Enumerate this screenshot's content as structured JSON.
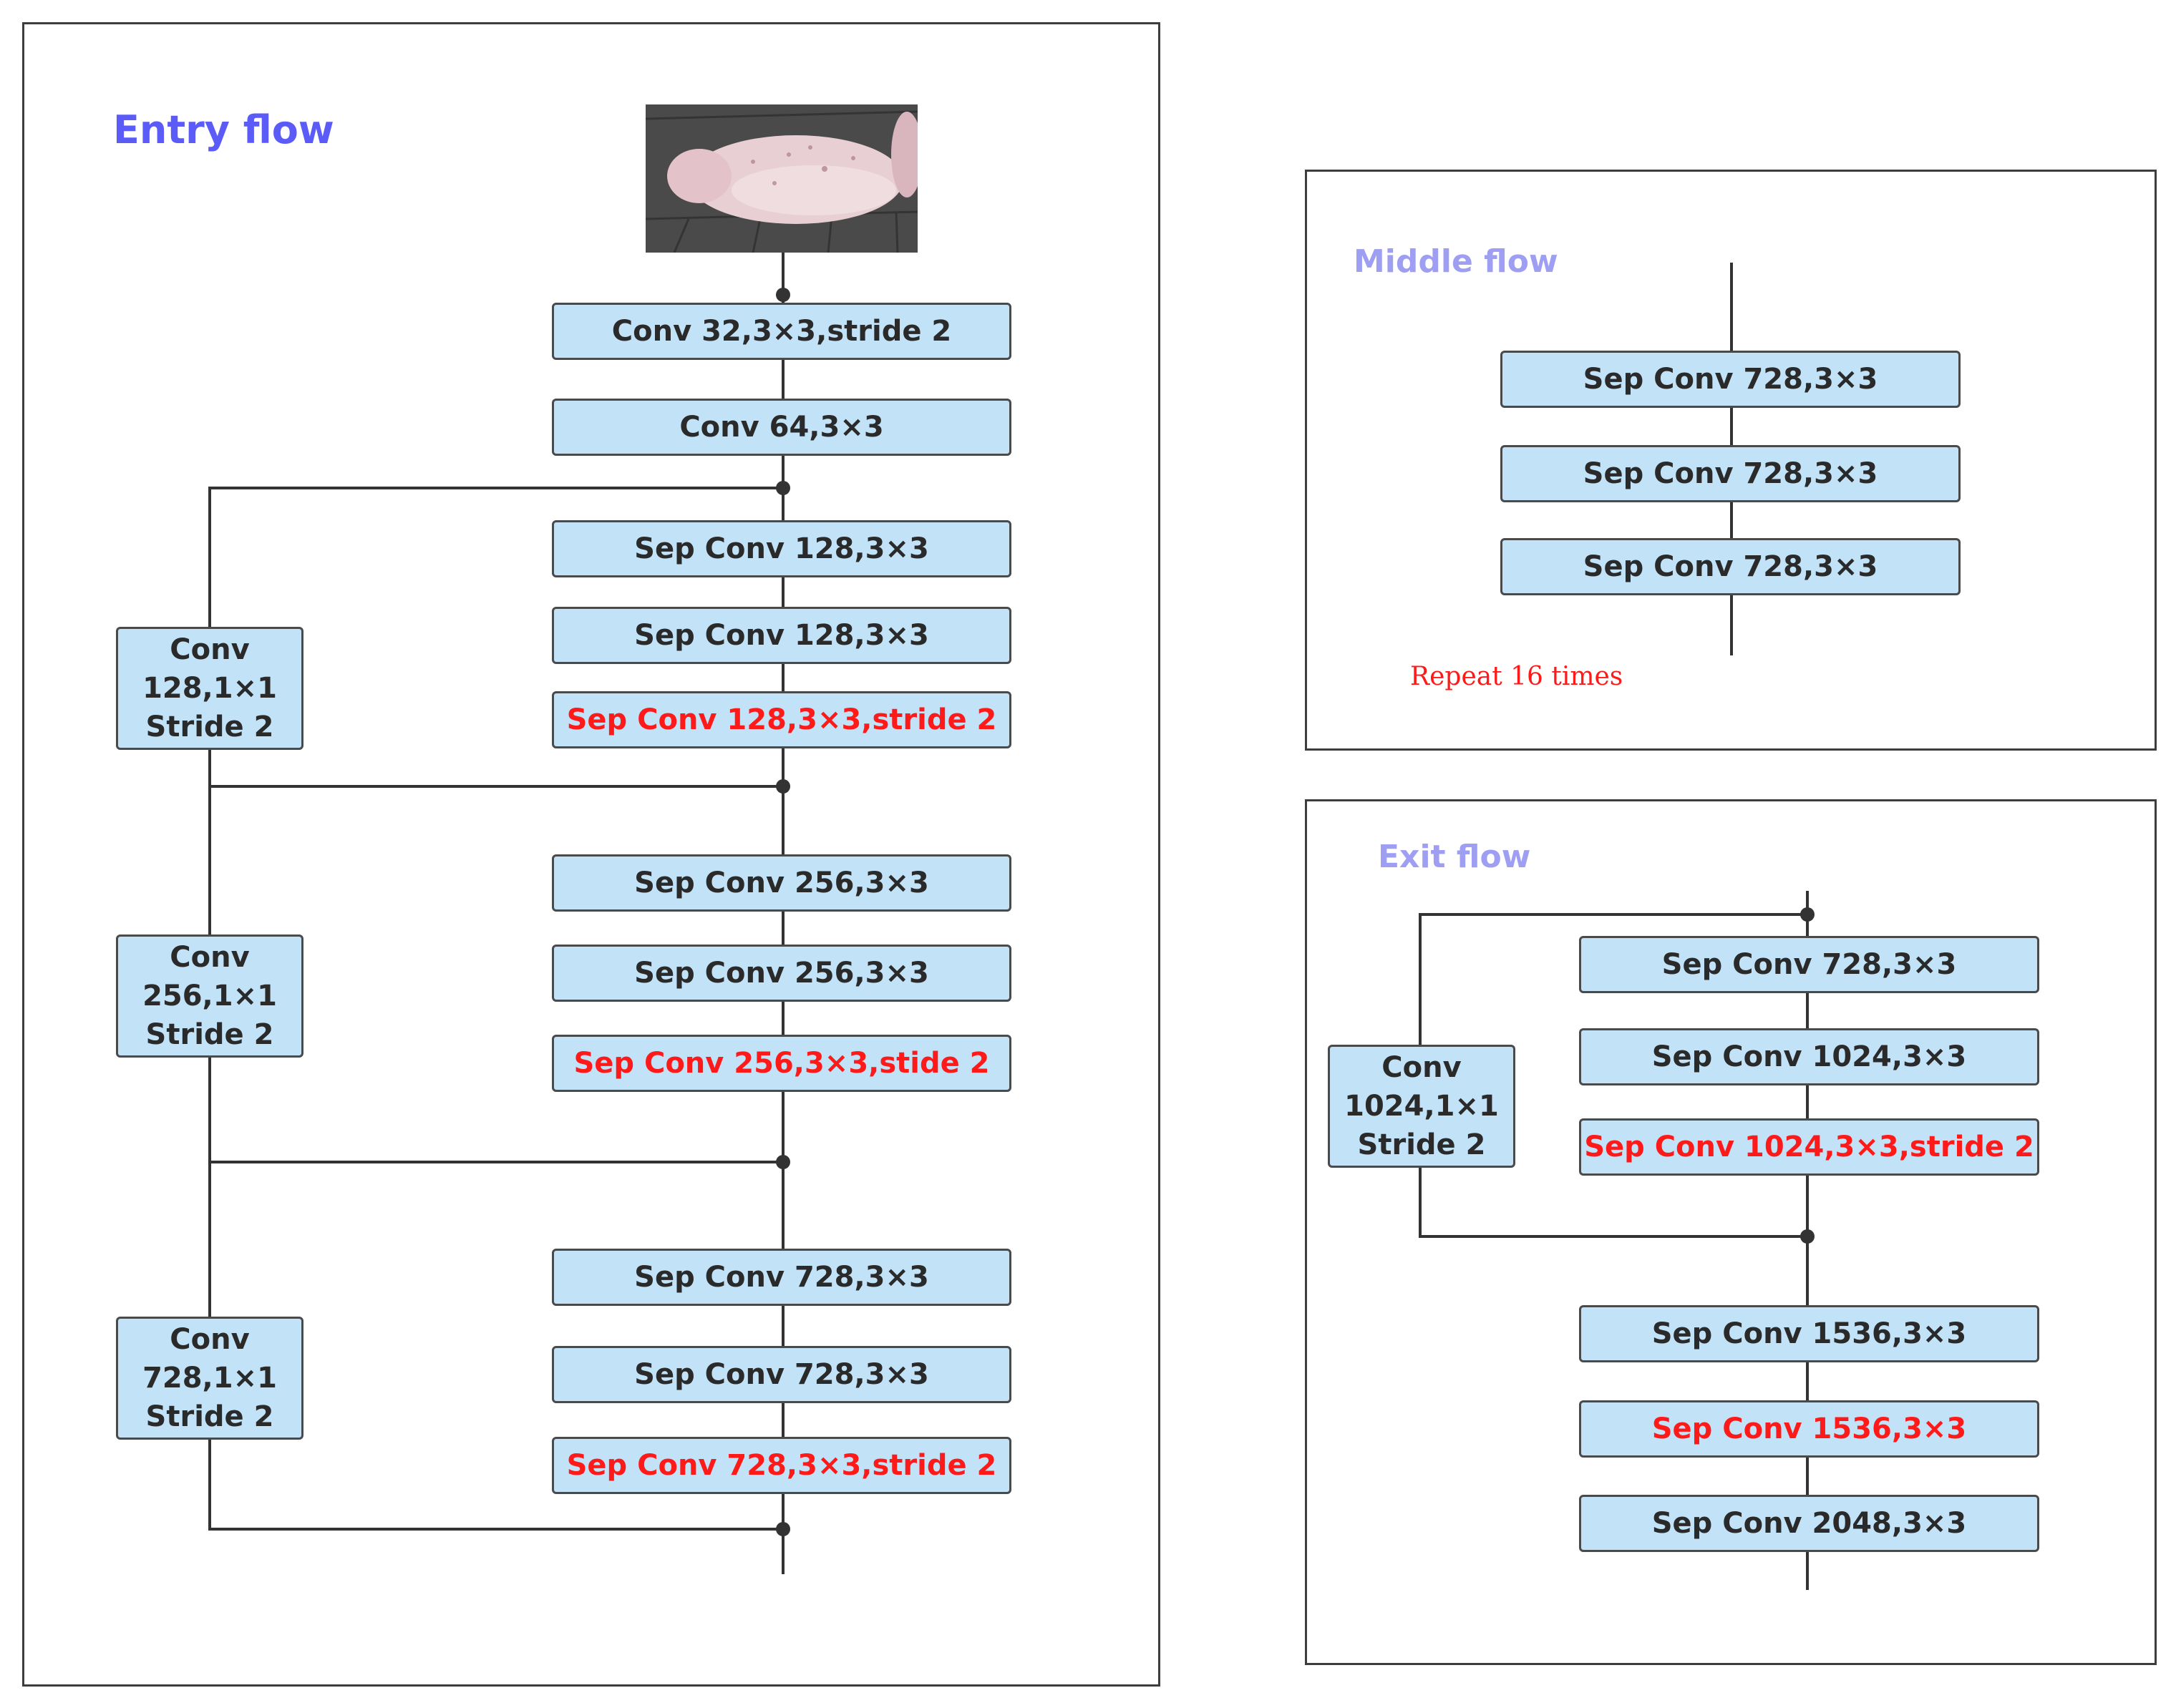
{
  "colors": {
    "title_entry": "#5b5bf7",
    "title_muted": "#9e9ef2",
    "box_fill": "#c2e2f8",
    "emphasis": "#ff1a1a"
  },
  "entry": {
    "title": "Entry flow",
    "main": [
      "Conv 32,3×3,stride 2",
      "Conv 64,3×3",
      "Sep Conv 128,3×3",
      "Sep Conv 128,3×3",
      "Sep Conv 128,3×3,stride 2",
      "Sep Conv 256,3×3",
      "Sep Conv 256,3×3",
      "Sep Conv 256,3×3,stide 2",
      "Sep Conv 728,3×3",
      "Sep Conv 728,3×3",
      "Sep Conv 728,3×3,stride 2"
    ],
    "skip": [
      "Conv\n128,1×1\nStride 2",
      "Conv\n256,1×1\nStride 2",
      "Conv\n728,1×1\nStride 2"
    ]
  },
  "middle": {
    "title": "Middle flow",
    "main": [
      "Sep Conv 728,3×3",
      "Sep Conv 728,3×3",
      "Sep Conv 728,3×3"
    ],
    "repeat_note": "Repeat 16 times"
  },
  "exit": {
    "title": "Exit flow",
    "main": [
      "Sep Conv 728,3×3",
      "Sep Conv 1024,3×3",
      "Sep Conv 1024,3×3,stride 2",
      "Sep Conv 1536,3×3",
      "Sep Conv 1536,3×3",
      "Sep Conv 2048,3×3"
    ],
    "skip": [
      "Conv\n1024,1×1\nStride 2"
    ]
  }
}
